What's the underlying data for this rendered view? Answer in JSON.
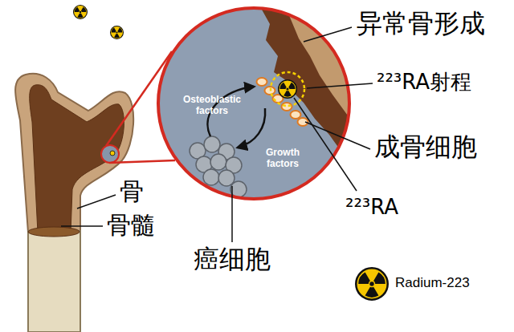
{
  "diagram": {
    "labels": [
      "异常骨形成",
      "²²³RA射程",
      "成骨细胞",
      "²²³RA",
      "骨",
      "骨髓",
      "癌细胞",
      "Osteoblastic factors",
      "Growth factors"
    ],
    "legend": [
      {
        "text": "Radium-223"
      }
    ]
  }
}
